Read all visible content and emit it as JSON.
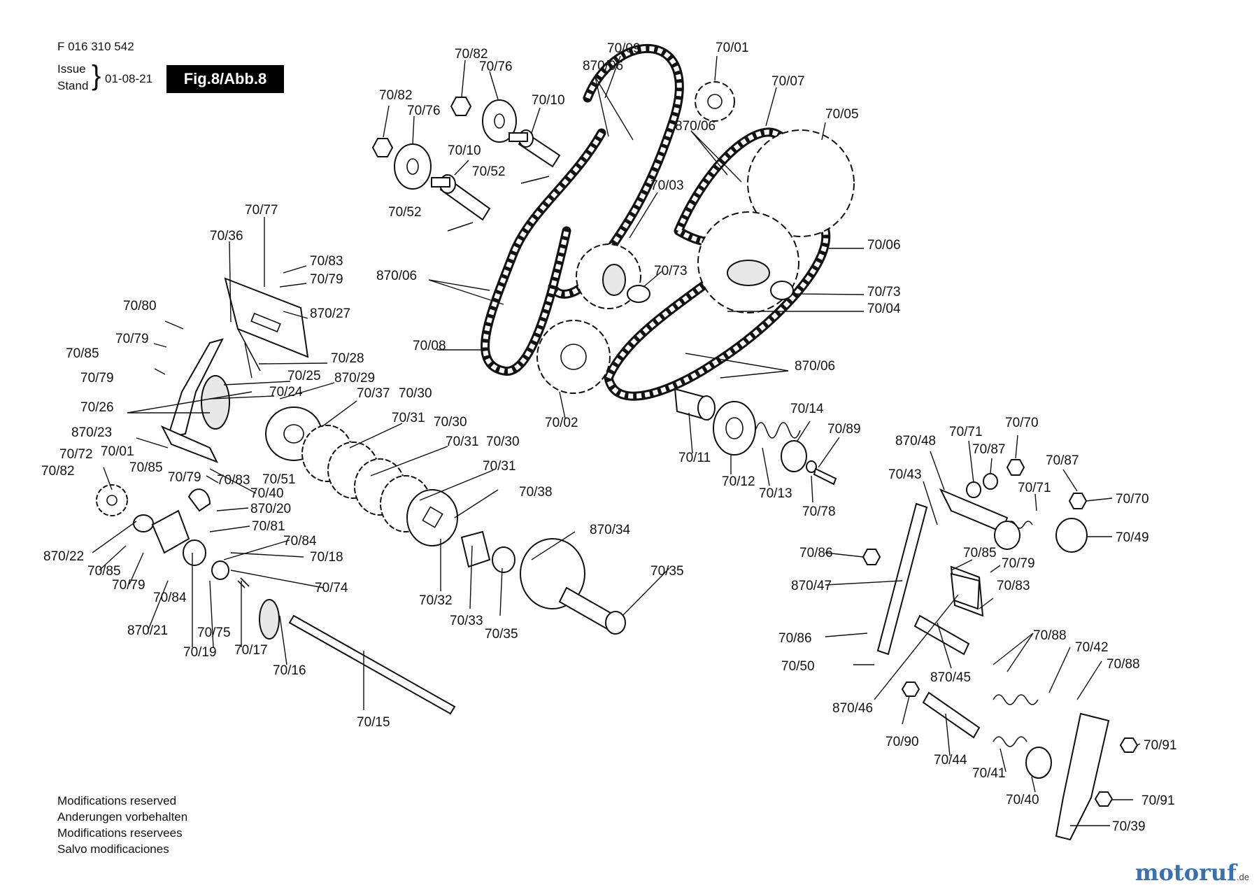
{
  "header": {
    "doc_number": "F 016 310 542",
    "issue_label": "Issue",
    "stand_label": "Stand",
    "date": "01-08-21",
    "figure_badge": "Fig.8/Abb.8"
  },
  "footer": {
    "modifications": [
      "Modifications reserved",
      "Anderungen vorbehalten",
      "Modifications reservees",
      "Salvo modificaciones"
    ],
    "brand": "motoruf",
    "brand_suffix": ".de"
  },
  "callouts": [
    "70/82",
    "70/76",
    "70/10",
    "70/82",
    "70/76",
    "70/10",
    "70/52",
    "70/52",
    "70/09",
    "870/06",
    "70/01",
    "70/07",
    "870/06",
    "70/05",
    "70/03",
    "70/06",
    "870/06",
    "70/73",
    "70/73",
    "70/04",
    "70/08",
    "870/06",
    "70/02",
    "70/77",
    "70/36",
    "70/83",
    "70/79",
    "870/27",
    "70/80",
    "70/79",
    "70/28",
    "70/85",
    "70/25",
    "70/79",
    "870/29",
    "70/24",
    "70/26",
    "70/37",
    "70/30",
    "870/23",
    "70/31",
    "70/30",
    "70/72",
    "70/01",
    "70/31",
    "70/30",
    "70/82",
    "70/79",
    "70/85",
    "70/83",
    "70/51",
    "70/31",
    "70/40",
    "870/20",
    "70/38",
    "70/81",
    "870/34",
    "70/84",
    "870/22",
    "70/18",
    "70/85",
    "70/79",
    "70/74",
    "70/35",
    "70/84",
    "70/32",
    "70/33",
    "70/35",
    "870/21",
    "70/75",
    "70/19",
    "70/17",
    "70/16",
    "70/15",
    "70/14",
    "70/89",
    "70/11",
    "70/12",
    "70/13",
    "70/78",
    "870/48",
    "70/71",
    "70/70",
    "70/87",
    "70/87",
    "70/43",
    "70/71",
    "70/70",
    "70/49",
    "70/86",
    "70/85",
    "70/79",
    "870/47",
    "70/83",
    "70/86",
    "70/88",
    "70/42",
    "70/50",
    "870/45",
    "70/88",
    "870/46",
    "70/90",
    "70/44",
    "70/91",
    "70/41",
    "70/40",
    "70/91",
    "70/39"
  ]
}
